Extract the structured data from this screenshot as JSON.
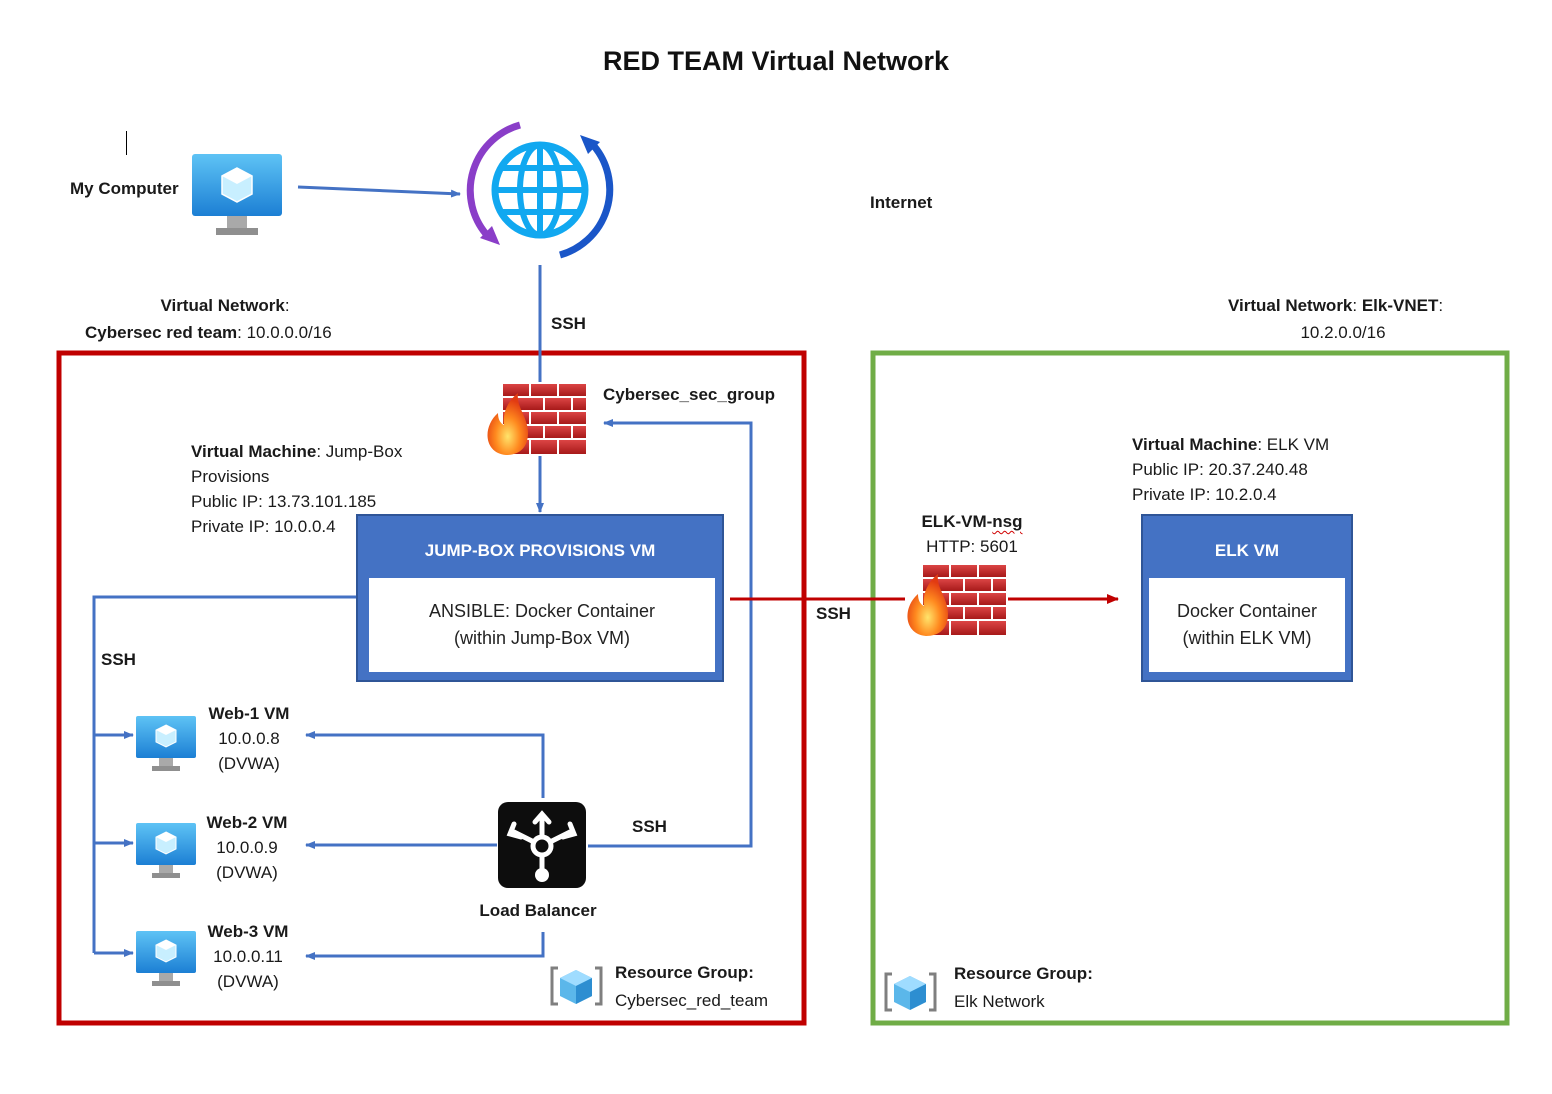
{
  "title": "RED TEAM Virtual Network",
  "internet": {
    "my_computer": "My Computer",
    "internet_label": "Internet",
    "ssh_in": "SSH"
  },
  "red_vnet": {
    "label_bold": "Virtual Network",
    "label_rest": ":",
    "name_bold": "Cybersec  red  team",
    "cidr": ": 10.0.0.0/16",
    "nsg": "Cybersec_sec_group",
    "jumpbox": {
      "vm_bold": "Virtual Machine",
      "vm_rest": ": Jump-Box",
      "vm_line2": "Provisions",
      "public_ip": "Public IP: 13.73.101.185",
      "private_ip": "Private IP: 10.0.0.4",
      "box_title": "JUMP-BOX PROVISIONS  VM",
      "inner_line1": "ANSIBLE: Docker Container",
      "inner_line2": "(within Jump-Box VM)"
    },
    "ssh_left": "SSH",
    "ssh_lb": "SSH",
    "web_vms": [
      {
        "name": "Web-1 VM",
        "ip": "10.0.0.8",
        "app": "(DVWA)"
      },
      {
        "name": "Web-2 VM",
        "ip": "10.0.0.9",
        "app": "(DVWA)"
      },
      {
        "name": "Web-3 VM",
        "ip": "10.0.0.11",
        "app": "(DVWA)"
      }
    ],
    "load_balancer": "Load Balancer",
    "rg_bold": "Resource Group:",
    "rg_name": "Cybersec_red_team",
    "border_color": "#c00000"
  },
  "peering": {
    "ssh": "SSH",
    "nsg_name_a": "ELK-VM-",
    "nsg_name_b": "nsg",
    "nsg_rule": "HTTP: 5601"
  },
  "elk_vnet": {
    "label_bold": "Virtual Network",
    "label_mid": ": ",
    "name_bold": "Elk-VNET",
    "label_end": ":",
    "cidr": "10.2.0.0/16",
    "vm_bold": "Virtual Machine",
    "vm_rest": ": ELK VM",
    "public_ip": "Public IP: 20.37.240.48",
    "private_ip": "Private IP: 10.2.0.4",
    "box_title": "ELK VM",
    "inner_line1": "Docker Container",
    "inner_line2": "(within ELK VM)",
    "rg_bold": "Resource Group:",
    "rg_name": "Elk Network",
    "border_color": "#70ad47"
  },
  "icons": [
    "monitor-icon",
    "globe-sync-icon",
    "firewall-icon",
    "load-balancer-icon",
    "resource-group-icon"
  ]
}
